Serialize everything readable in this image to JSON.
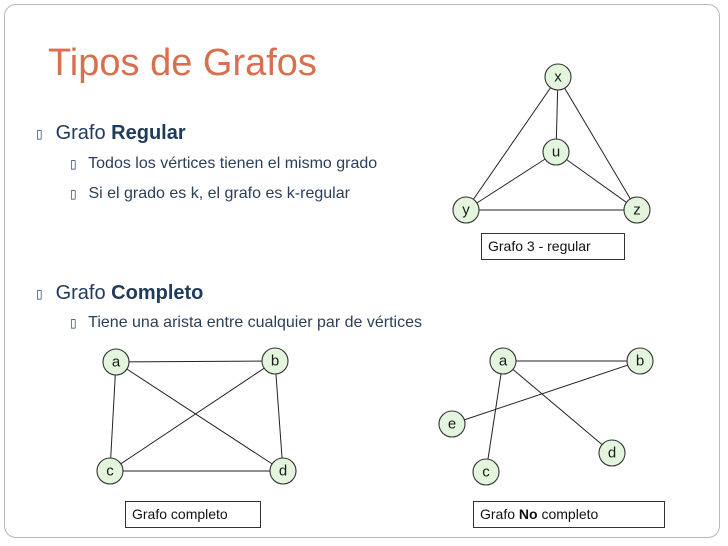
{
  "slide": {
    "title": "Tipos de Grafos",
    "regular": {
      "label_prefix": "Grafo",
      "label_bold": "Regular",
      "items": [
        "Todos los vértices tienen el mismo grado",
        "Si el grado es k, el grafo es k-regular"
      ]
    },
    "completo": {
      "label_prefix": "Grafo",
      "label_bold": "Completo",
      "items": [
        "Tiene una arista entre cualquier par de vértices"
      ]
    }
  },
  "graphs": {
    "regular": {
      "caption": "Grafo 3 - regular",
      "nodes": [
        "x",
        "u",
        "y",
        "z"
      ]
    },
    "complete": {
      "caption": "Grafo completo",
      "nodes": [
        "a",
        "b",
        "c",
        "d"
      ]
    },
    "not_complete": {
      "caption_prefix": "Grafo",
      "caption_bold": "No",
      "caption_suffix": "completo",
      "nodes": [
        "a",
        "b",
        "e",
        "d",
        "c"
      ]
    }
  }
}
